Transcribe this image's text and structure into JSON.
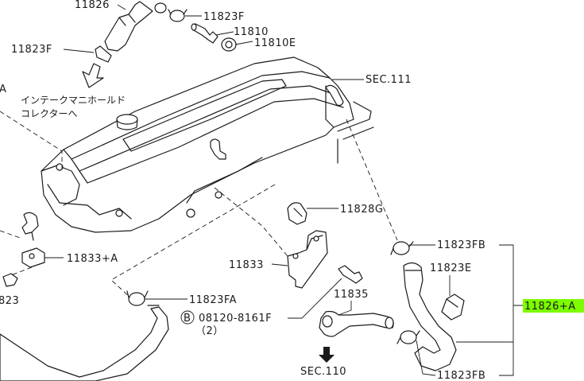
{
  "labels": {
    "p11826_top": "11826",
    "p11823F_top": "11823F",
    "p11823F_left": "11823F",
    "p11810": "11810",
    "p11810E": "11810E",
    "sec111": "SEC.111",
    "jp_line1": "インテークマニホールド",
    "jp_line2": "コレクターへ",
    "edge_A": "A",
    "p11828G": "11828G",
    "p11823FB_upper": "11823FB",
    "p11823E": "11823E",
    "p11826A": "11826+A",
    "p11833A": "11833+A",
    "p11833": "11833",
    "p823": "823",
    "p11823FA": "11823FA",
    "bolt_circle": "B",
    "bolt_number": "08120-8161F",
    "bolt_qty": "（2）",
    "p11835": "11835",
    "sec110": "SEC.110",
    "p11823FB_lower": "11823FB"
  },
  "colors": {
    "line": "#1a1a1a",
    "highlight": "#7CFC00",
    "background": "#ffffff"
  }
}
